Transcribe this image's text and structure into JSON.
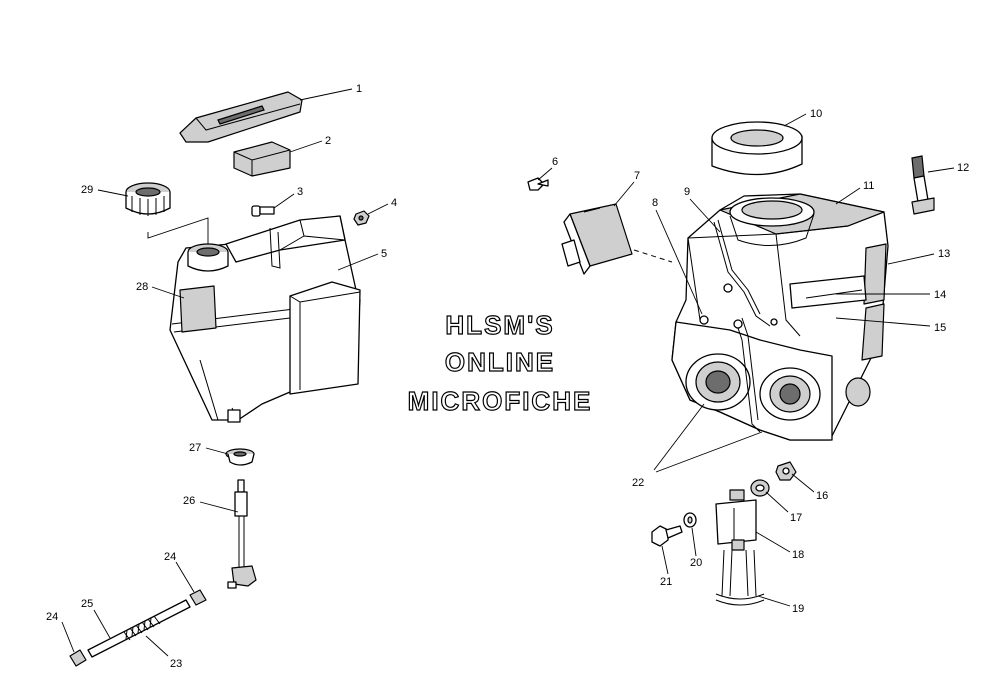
{
  "watermark": {
    "line1": "HLSM'S",
    "line2": "ONLINE",
    "line3": "MICROFICHE"
  },
  "callouts": [
    {
      "id": "c1",
      "label": "1"
    },
    {
      "id": "c2",
      "label": "2"
    },
    {
      "id": "c3",
      "label": "3"
    },
    {
      "id": "c4",
      "label": "4"
    },
    {
      "id": "c5",
      "label": "5"
    },
    {
      "id": "c6",
      "label": "6"
    },
    {
      "id": "c7",
      "label": "7"
    },
    {
      "id": "c8",
      "label": "8"
    },
    {
      "id": "c9",
      "label": "9"
    },
    {
      "id": "c10",
      "label": "10"
    },
    {
      "id": "c11",
      "label": "11"
    },
    {
      "id": "c12",
      "label": "12"
    },
    {
      "id": "c13",
      "label": "13"
    },
    {
      "id": "c14",
      "label": "14"
    },
    {
      "id": "c15",
      "label": "15"
    },
    {
      "id": "c16",
      "label": "16"
    },
    {
      "id": "c17",
      "label": "17"
    },
    {
      "id": "c18",
      "label": "18"
    },
    {
      "id": "c19",
      "label": "19"
    },
    {
      "id": "c20",
      "label": "20"
    },
    {
      "id": "c21",
      "label": "21"
    },
    {
      "id": "c22",
      "label": "22"
    },
    {
      "id": "c23",
      "label": "23"
    },
    {
      "id": "c24a",
      "label": "24"
    },
    {
      "id": "c24b",
      "label": "24"
    },
    {
      "id": "c25",
      "label": "25"
    },
    {
      "id": "c26",
      "label": "26"
    },
    {
      "id": "c27",
      "label": "27"
    },
    {
      "id": "c28",
      "label": "28"
    },
    {
      "id": "c29",
      "label": "29"
    }
  ]
}
